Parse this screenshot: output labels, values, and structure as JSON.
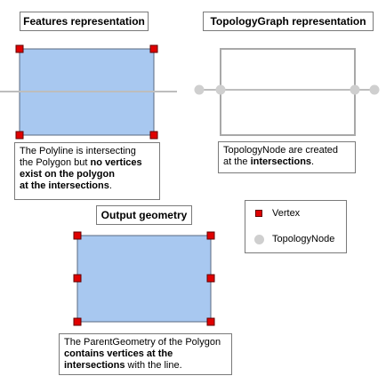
{
  "panels": {
    "features": {
      "title": "Features representation",
      "note": [
        {
          "t": "The Polyline is intersecting",
          "b": false
        },
        {
          "t": "\n",
          "b": false
        },
        {
          "t": "the Polygon but ",
          "b": false
        },
        {
          "t": "no vertices",
          "b": true
        },
        {
          "t": "\n",
          "b": false
        },
        {
          "t": "exist on the polygon",
          "b": true
        },
        {
          "t": "\n",
          "b": false
        },
        {
          "t": "at the intersections",
          "b": true
        },
        {
          "t": ".",
          "b": false
        }
      ]
    },
    "topology": {
      "title": "TopologyGraph representation",
      "note": [
        {
          "t": "TopologyNode are created",
          "b": false
        },
        {
          "t": "\n",
          "b": false
        },
        {
          "t": "at the ",
          "b": false
        },
        {
          "t": "intersections",
          "b": true
        },
        {
          "t": ".",
          "b": false
        }
      ]
    },
    "output": {
      "title": "Output geometry",
      "note": [
        {
          "t": "The ParentGeometry of the Polygon",
          "b": false
        },
        {
          "t": "\n",
          "b": false
        },
        {
          "t": "contains vertices at the",
          "b": true
        },
        {
          "t": "\n",
          "b": false
        },
        {
          "t": "intersections",
          "b": true
        },
        {
          "t": " with the line.",
          "b": false
        }
      ]
    }
  },
  "legend": {
    "vertex_label": "Vertex",
    "node_label": "TopologyNode",
    "vertex_icon": "red-square-icon",
    "node_icon": "gray-circle-icon"
  },
  "colors": {
    "polygon_fill": "#a8c8f0",
    "polygon_stroke": "#5a6a80",
    "polyline": "#bdbdbd",
    "vertex_fill": "#e00000",
    "vertex_stroke": "#600000",
    "node_fill": "#cfcfcf",
    "topology_outline": "#a8a8a8",
    "box_border": "#7a7a7a"
  }
}
